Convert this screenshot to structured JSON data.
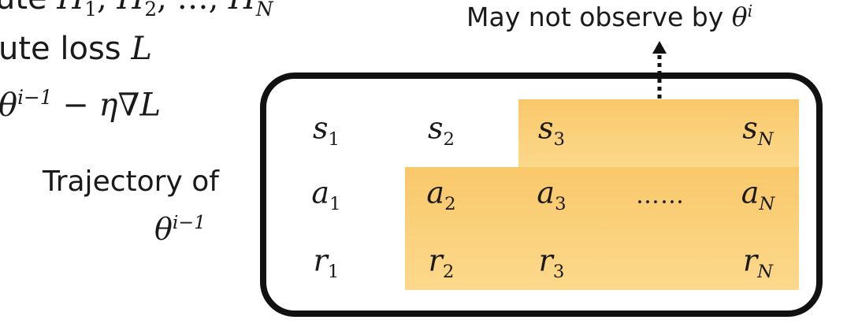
{
  "left_text": {
    "line1": "ute",
    "line2_word": "ute loss",
    "line2_var": "L",
    "line3": "θi−1 − η∇L"
  },
  "annotation": {
    "text": "May not observe by",
    "theta": "θ",
    "sup": "i"
  },
  "trajectory": {
    "label": "Trajectory of",
    "theta": "θ",
    "sup": "i−1"
  },
  "table": {
    "rows": [
      [
        {
          "base": "s",
          "sub": "1"
        },
        {
          "base": "s",
          "sub": "2"
        },
        {
          "base": "s",
          "sub": "3"
        },
        {
          "base": "",
          "sub": ""
        },
        {
          "base": "s",
          "sub": "N"
        }
      ],
      [
        {
          "base": "a",
          "sub": "1"
        },
        {
          "base": "a",
          "sub": "2"
        },
        {
          "base": "a",
          "sub": "3"
        },
        {
          "base": "……",
          "sub": ""
        },
        {
          "base": "a",
          "sub": "N"
        }
      ],
      [
        {
          "base": "r",
          "sub": "1"
        },
        {
          "base": "r",
          "sub": "2"
        },
        {
          "base": "r",
          "sub": "3"
        },
        {
          "base": "",
          "sub": ""
        },
        {
          "base": "r",
          "sub": "N"
        }
      ]
    ]
  },
  "colors": {
    "highlight": "#fbcf7a",
    "border": "#111111",
    "text": "#1a1a1a"
  }
}
